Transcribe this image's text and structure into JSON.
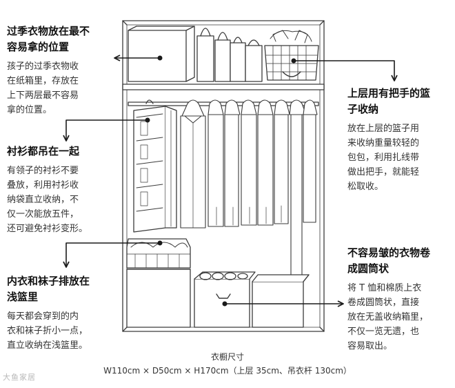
{
  "callouts": [
    {
      "heading": "过季衣物放在最不\n容易拿的位置",
      "body": "孩子的过季衣物收\n在纸箱里，存放在\n上下两层最不容易\n拿的位置。"
    },
    {
      "heading": "上层用有把手的篮\n子收纳",
      "body": "放在上层的篮子用\n来收纳重量较轻的\n包包，利用扎线带\n做出把手，就能轻\n松取收。"
    },
    {
      "heading": "衬衫都吊在一起",
      "body": "有领子的衬衫不要\n叠放，利用衬衫收\n纳袋直立收纳，不\n仅一次能放五件，\n还可避免衬衫变形。"
    },
    {
      "heading": "不容易皱的衣物卷\n成圆筒状",
      "body": "将 T 恤和棉质上衣\n卷成圆筒状，直接\n放在无盖收纳箱里，\n不仅一览无遗，也\n容易取出。"
    },
    {
      "heading": "内衣和袜子排放在\n浅篮里",
      "body": "每天都会穿到的内\n衣和袜子折小一点，\n直立收纳在浅篮里。"
    }
  ],
  "caption": {
    "title": "衣橱尺寸",
    "dimensions": "W110cm × D50cm × H170cm（上层 35cm、吊衣杆 130cm）"
  },
  "watermark": "大鱼家居",
  "colors": {
    "ink": "#1a1a1a",
    "line": "#3a3a3a",
    "text": "#333333",
    "watermark": "#b8b8b8"
  }
}
